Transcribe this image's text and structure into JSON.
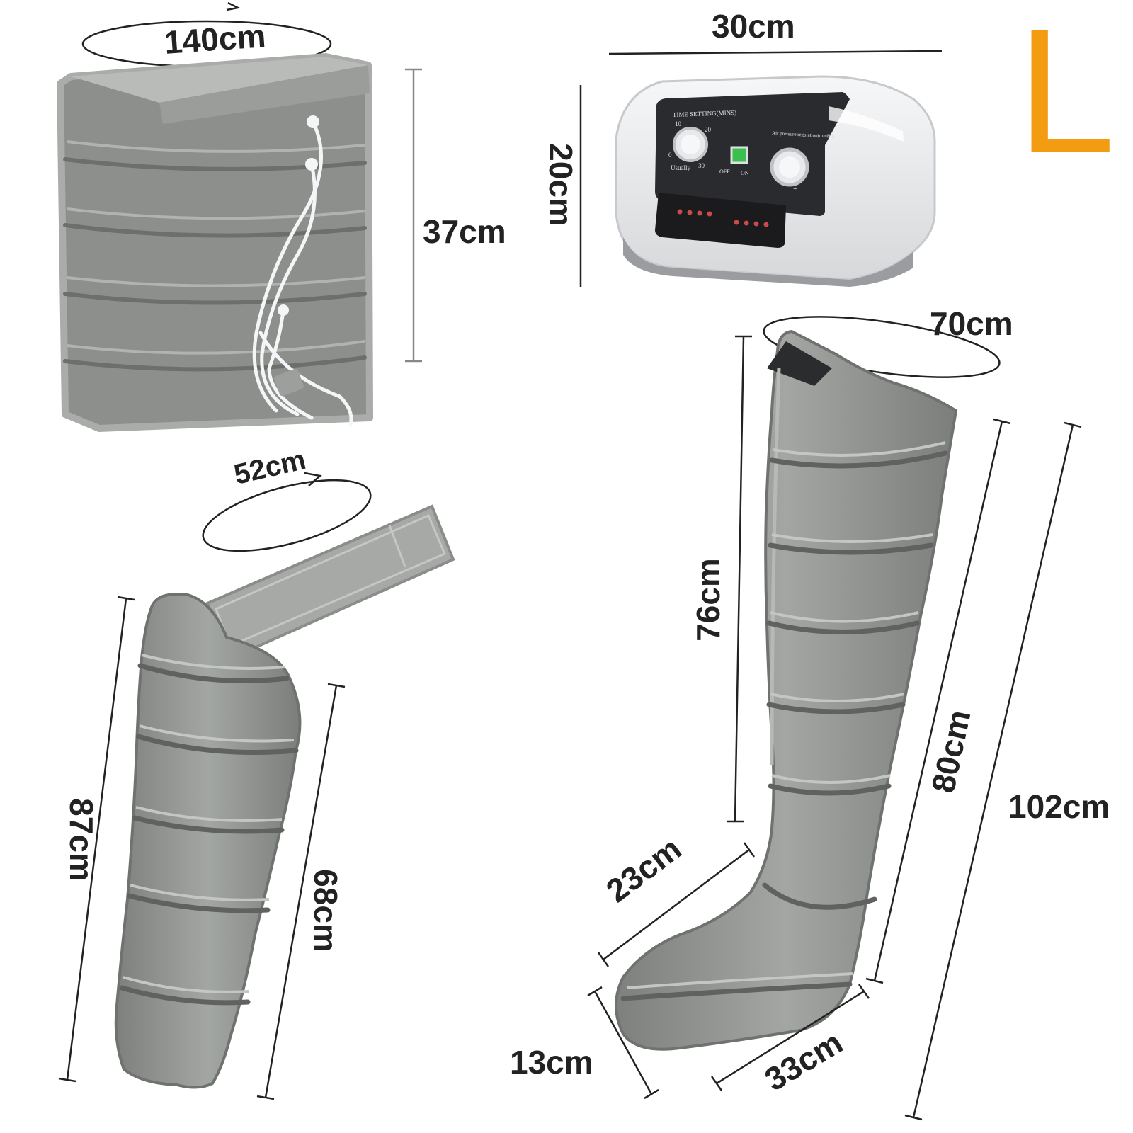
{
  "size_label": "L",
  "size_color": "#f39c12",
  "cuff_color": "#8f928f",
  "device_color": "#ecedee",
  "dimensions": {
    "waist_circumference": "140cm",
    "waist_height": "37cm",
    "device_width": "30cm",
    "device_height": "20cm",
    "arm_circumference": "52cm",
    "arm_length_total": "87cm",
    "arm_length_inner": "68cm",
    "leg_circumference": "70cm",
    "leg_upper": "76cm",
    "leg_length": "80cm",
    "leg_total": "102cm",
    "foot_top": "23cm",
    "foot_height": "13cm",
    "foot_length": "33cm"
  },
  "device": {
    "time_title": "TIME SETTING(MINS)",
    "time_marks": [
      "10",
      "20",
      "0",
      "30"
    ],
    "mode_label": "Usually",
    "switch_labels": [
      "OFF",
      "ON"
    ],
    "pressure_title": "Air pressure regulation(mmHg)",
    "pressure_marks": [
      "–",
      "+"
    ]
  }
}
